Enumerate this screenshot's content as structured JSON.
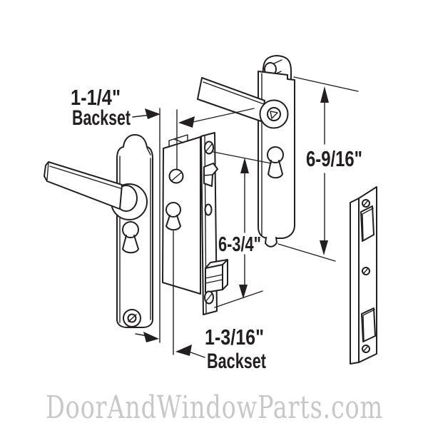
{
  "colors": {
    "line": "#231f20",
    "watermark": "#c8c8c8",
    "background": "#ffffff"
  },
  "dimensions": {
    "top_backset": {
      "value": "1-1/4\"",
      "unit_label": "Backset"
    },
    "bottom_backset": {
      "value": "1-3/16\"",
      "unit_label": "Backset"
    },
    "lock_body_height": {
      "value": "6-3/4\""
    },
    "escutcheon_height": {
      "value": "6-9/16\""
    }
  },
  "watermark": {
    "text": "DoorAndWindowParts.com"
  },
  "parts": [
    "exterior-lever-handle",
    "exterior-escutcheon-plate",
    "mortise-lock-body",
    "lock-faceplate",
    "deadbolt",
    "interior-escutcheon-plate",
    "interior-lever-handle",
    "thumbturn",
    "strike-plate"
  ]
}
